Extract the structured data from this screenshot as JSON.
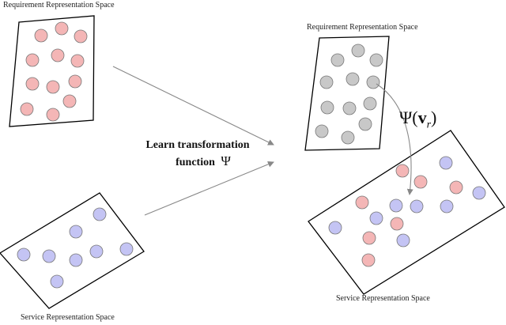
{
  "labels": {
    "left_top": "Requirement Representation Space",
    "left_bottom": "Service Representation Space",
    "right_top": "Requirement Representation Space",
    "right_bottom": "Service Representation Space",
    "learn_line1": "Learn transformation",
    "learn_line2": "function",
    "psi_symbol": "Ψ",
    "psi_func": "Ψ",
    "psi_arg": "v",
    "psi_sub": "r"
  },
  "colors": {
    "requirement_fill": "#f4b6b6",
    "service_fill": "#c4c4f4",
    "gray_fill": "#c8c8c8",
    "stroke": "#000000",
    "arrow": "#888888"
  }
}
